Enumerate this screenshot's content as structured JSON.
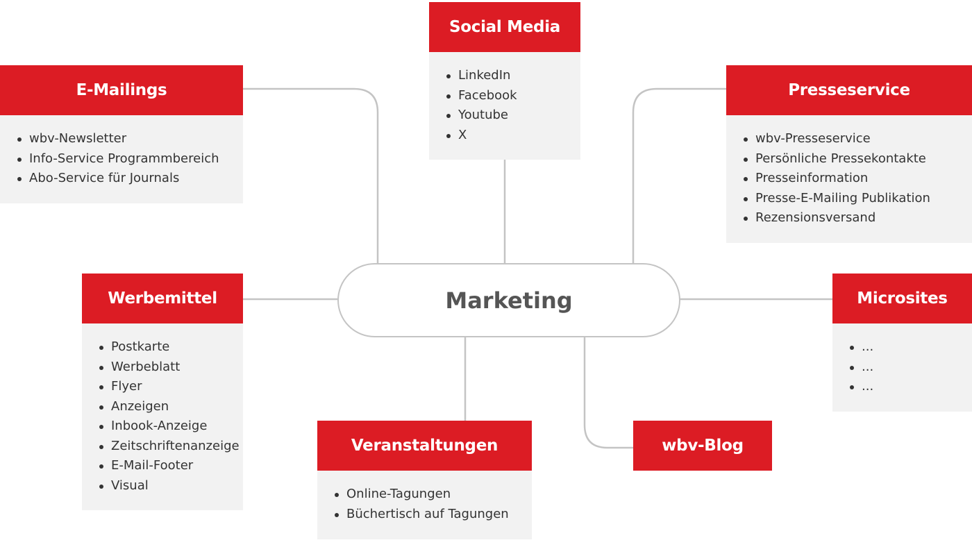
{
  "center": "Marketing",
  "colors": {
    "accent": "#dc1c24",
    "panel": "#f2f2f2",
    "connector": "#c4c4c4"
  },
  "nodes": [
    {
      "id": "social-media",
      "title": "Social Media",
      "items": [
        "LinkedIn",
        "Facebook",
        "Youtube",
        "X"
      ]
    },
    {
      "id": "e-mailings",
      "title": "E-Mailings",
      "items": [
        "wbv-Newsletter",
        "Info-Service Programmbereich",
        "Abo-Service für Journals"
      ]
    },
    {
      "id": "presseservice",
      "title": "Presseservice",
      "items": [
        "wbv-Presseservice",
        "Persönliche Pressekontakte",
        "Presseinformation",
        "Presse-E-Mailing Publikation",
        "Rezensionsversand"
      ]
    },
    {
      "id": "werbemittel",
      "title": "Werbemittel",
      "items": [
        "Postkarte",
        "Werbeblatt",
        "Flyer",
        "Anzeigen",
        "Inbook-Anzeige",
        "Zeitschriftenanzeige",
        "E-Mail-Footer",
        "Visual"
      ]
    },
    {
      "id": "microsites",
      "title": "Microsites",
      "items": [
        "...",
        "...",
        "..."
      ]
    },
    {
      "id": "veranstaltungen",
      "title": "Veranstaltungen",
      "items": [
        "Online-Tagungen",
        "Büchertisch auf Tagungen"
      ]
    },
    {
      "id": "wbv-blog",
      "title": "wbv-Blog",
      "items": []
    }
  ]
}
